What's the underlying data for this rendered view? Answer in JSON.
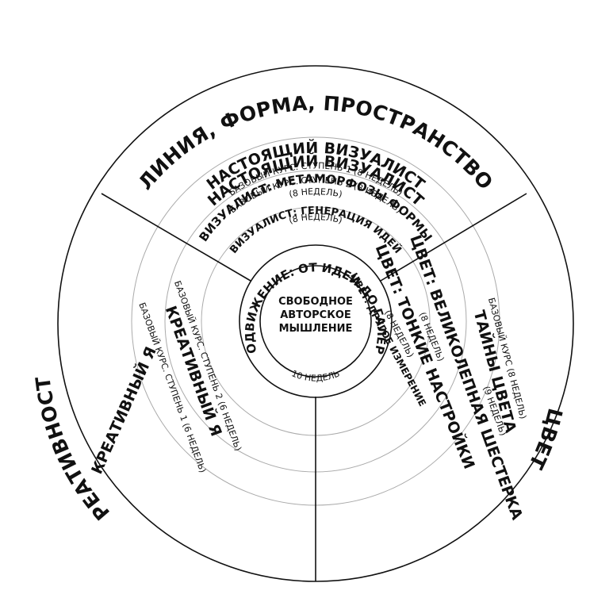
{
  "center": {
    "lines": [
      "СВОБОДНОЕ",
      "АВТОРСКОЕ",
      "МЫШЛЕНИЕ"
    ],
    "ring_title": "ПРОДВИЖЕНИЕ: ОТ ИДЕИ ДО ГАЛЕРЕИ",
    "ring_sub": "(10 НЕДЕЛЬ)"
  },
  "sections": {
    "line_form_space": {
      "outer_label": "ЛИНИЯ, ФОРМА, ПРОСТРАНСТВО",
      "courses": [
        {
          "title": "НАСТОЯЩИЙ ВИЗУАЛИСТ",
          "sub": "БАЗОВЫЙ КУРС. СТУПЕНЬ 1 (8 НЕДЕЛЬ)"
        },
        {
          "title": "НАСТОЯЩИЙ ВИЗУАЛИСТ",
          "sub": "БАЗОВЫЙ КУРС. СТУПЕНЬ 2 (8 НЕДЕЛЬ)"
        },
        {
          "title": "ВИЗУАЛИСТ: МЕТАМОРФОЗЫ ФОРМЫ",
          "sub": "(8 НЕДЕЛЬ)"
        },
        {
          "title": "ВИЗУАЛИСТ: ГЕНЕРАЦИЯ ИДЕЙ",
          "sub": "(8 НЕДЕЛЬ)"
        }
      ]
    },
    "color": {
      "outer_label": "ЦВЕТ",
      "courses": [
        {
          "title": "ТАЙНЫ ЦВЕТА",
          "sub": "БАЗОВЫЙ КУРС (8 НЕДЕЛЬ)"
        },
        {
          "title": "ЦВЕТ: ВЕЛИКОЛЕПНАЯ ШЕСТЕРКА",
          "sub": "(9 НЕДЕЛЬ)"
        },
        {
          "title": "ЦВЕТ: ТОНКИЕ НАСТРОЙКИ",
          "sub": "(8 НЕДЕЛЬ)"
        },
        {
          "title": "ЦВЕТ: ДРУГОЕ ИЗМЕРЕНИЕ",
          "sub": "(8 НЕДЕЛЬ)"
        }
      ]
    },
    "creativity": {
      "outer_label": "КРЕАТИВНОСТЬ",
      "courses": [
        {
          "title": "КРЕАТИВНЫЙ Я",
          "sub": "БАЗОВЫЙ КУРС. СТУПЕНЬ 1 (6 НЕДЕЛЬ)"
        },
        {
          "title": "КРЕАТИВНЫЙ Я",
          "sub": "БАЗОВЫЙ КУРС. СТУПЕНЬ 2 (6 НЕДЕЛЬ)"
        }
      ]
    }
  }
}
